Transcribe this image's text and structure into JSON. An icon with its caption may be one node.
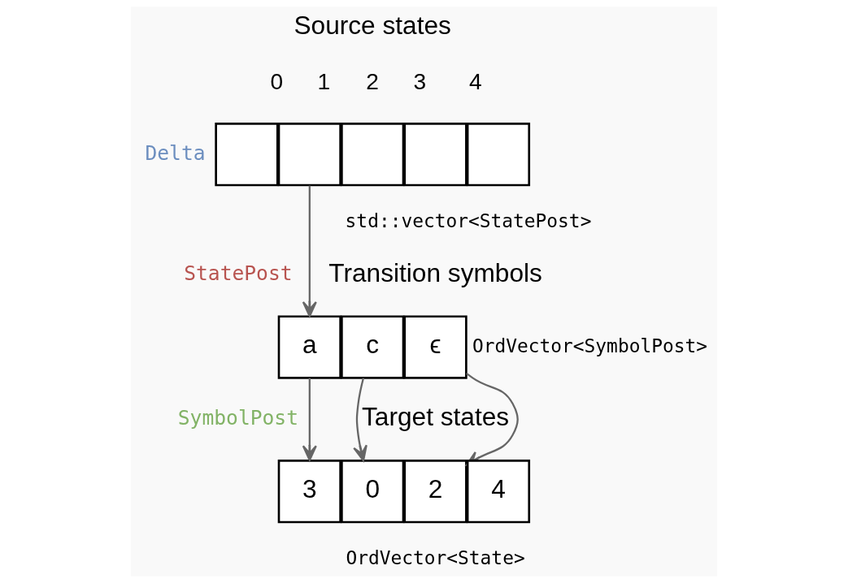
{
  "diagram": {
    "nodes": [
      {
        "text": [],
        "shape": "box"
      },
      {
        "text": [],
        "shape": "box"
      },
      {
        "text": [],
        "shape": "box"
      },
      {
        "text": [],
        "shape": "box"
      },
      {
        "text": [],
        "shape": "box"
      },
      {
        "text": [
          "a"
        ]
      },
      {
        "text": [
          "c"
        ]
      },
      {
        "text": [
          "ϵ"
        ]
      },
      {
        "text": [
          "3"
        ]
      },
      {
        "text": [
          "0"
        ]
      },
      {
        "text": [
          "2"
        ]
      },
      {
        "text": [
          "4"
        ]
      }
    ],
    "edges": [
      {
        "from": 1,
        "to": 5,
        "arrow": "to"
      },
      {
        "from": 5,
        "to": 8,
        "arrow": "to"
      },
      {
        "from": 6,
        "to": 9,
        "arrow": "to"
      },
      {
        "from": 7,
        "to": 10,
        "arrow": "to"
      }
    ],
    "labels": [
      "Source states",
      "0",
      "1",
      "2",
      "3",
      "4",
      "Delta",
      "std::vector<StatePost>",
      "StatePost",
      "Transition symbols",
      "OrdVector<SymbolPost>",
      "SymbolPost",
      "Target states",
      "OrdVector<State>"
    ]
  }
}
